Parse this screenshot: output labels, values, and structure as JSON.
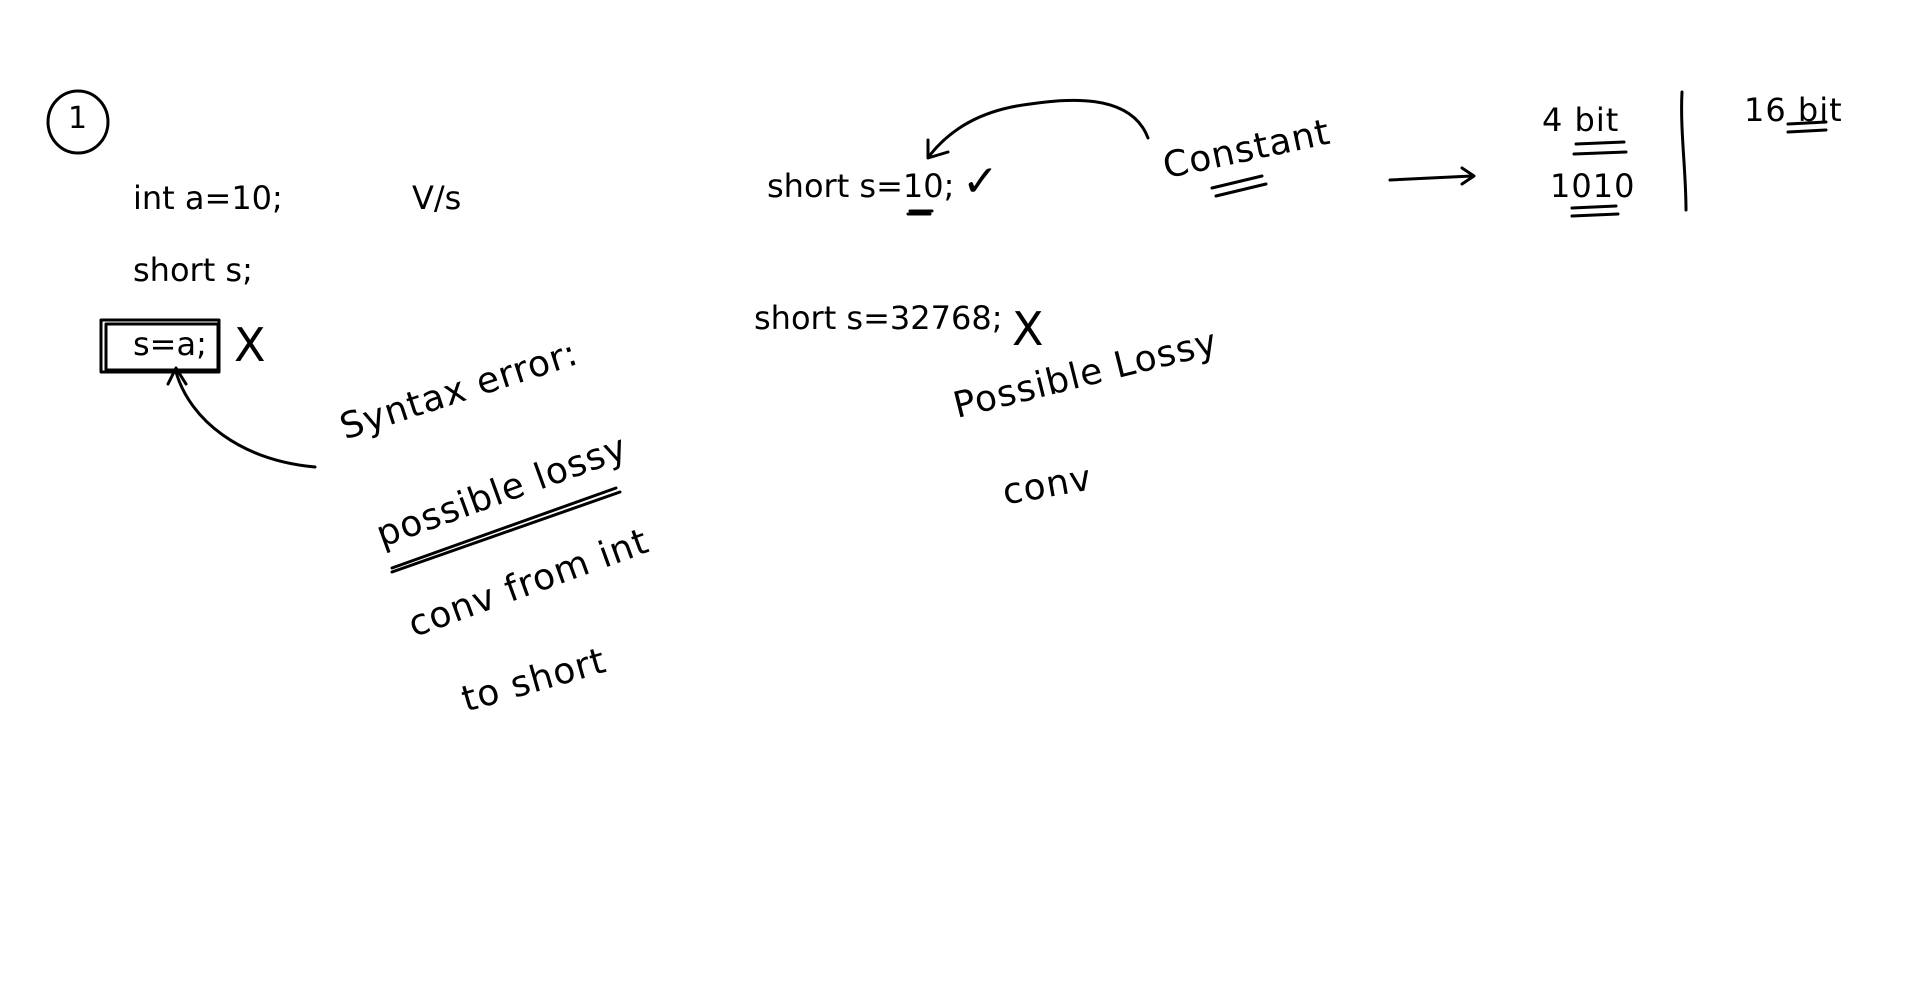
{
  "typed": {
    "int_decl": "int a=10;",
    "versus": "V/s",
    "short_decl": "short s;",
    "assign": "s=a;",
    "short_init_10": "short s=10;",
    "short_init_32768": "short s=32768;"
  },
  "handwritten": {
    "number_marker": "1",
    "syntax_error": "Syntax error:",
    "possible_lossy": "possible lossy",
    "conv_from_int": "conv from int",
    "to_short": "to short",
    "constant": "Constant",
    "four_bit": "4 bit",
    "sixteen_bit": "16 bit",
    "binary_1010": "1010",
    "possible_lossy_2": "Possible Lossy",
    "conv_2": "conv",
    "cross_1": "X",
    "cross_2": "X",
    "tick": "✓"
  }
}
